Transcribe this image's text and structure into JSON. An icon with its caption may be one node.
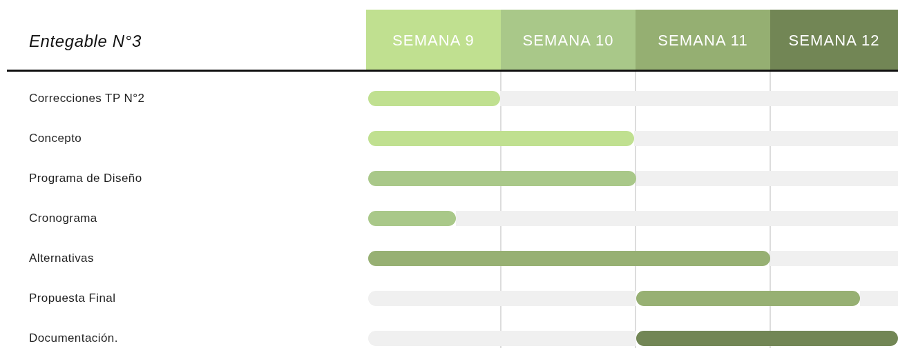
{
  "diagram": {
    "title": "Entegable N°3",
    "nodes": [
      {
        "text": [
          "SEMANA 9"
        ]
      },
      {
        "text": [
          "SEMANA 10"
        ]
      },
      {
        "text": [
          "SEMANA 11"
        ]
      },
      {
        "text": [
          "SEMANA 12"
        ]
      },
      {
        "text": [],
        "shape": "bar"
      },
      {
        "text": [],
        "shape": "bar"
      },
      {
        "text": [],
        "shape": "bar"
      },
      {
        "text": [],
        "shape": "bar"
      },
      {
        "text": [],
        "shape": "bar"
      },
      {
        "text": [],
        "shape": "bar"
      },
      {
        "text": [],
        "shape": "bar"
      }
    ],
    "labels": [
      "Correcciones TP N°2",
      "Concepto",
      "Programa de Diseño",
      "Cronograma",
      "Alternativas",
      "Propuesta Final",
      "Documentación."
    ]
  }
}
